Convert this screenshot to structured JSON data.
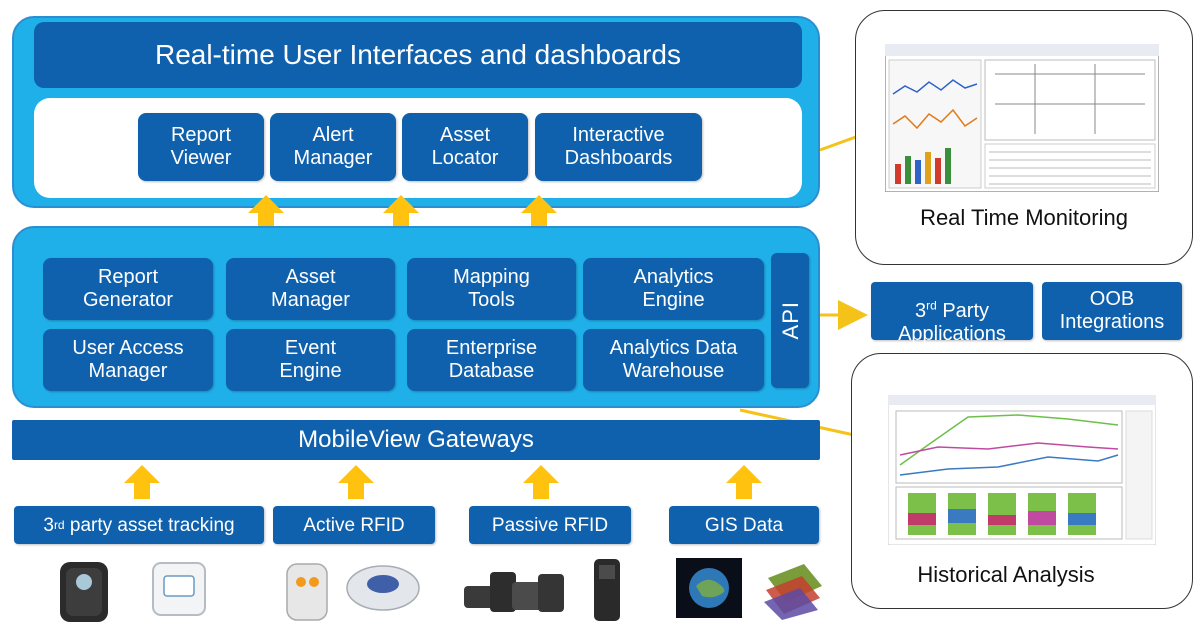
{
  "top_panel": {
    "title": "Real-time User Interfaces and dashboards",
    "buttons": [
      "Report\nViewer",
      "Alert\nManager",
      "Asset\nLocator",
      "Interactive\nDashboards"
    ]
  },
  "middle_panel": {
    "modules": [
      "Report\nGenerator",
      "Asset\nManager",
      "Mapping\nTools",
      "Analytics\nEngine",
      "User Access\nManager",
      "Event\nEngine",
      "Enterprise\nDatabase",
      "Analytics Data\nWarehouse"
    ],
    "api_label": "API"
  },
  "gateway_label": "MobileView Gateways",
  "sources": {
    "third_party": {
      "pre": "3",
      "sup": "rd",
      "post": " party asset tracking"
    },
    "active_rfid": "Active RFID",
    "passive_rfid": "Passive RFID",
    "gis": "GIS Data"
  },
  "integrations": {
    "third_party_apps": {
      "pre": "3",
      "sup": "rd",
      "post": " Party\nApplications"
    },
    "oob": "OOB\nIntegrations"
  },
  "side": {
    "realtime_caption": "Real Time Monitoring",
    "historical_caption": "Historical Analysis"
  },
  "colors": {
    "panel": "#1fb0ea",
    "box": "#1061ad",
    "arrow": "#ffc20e",
    "connector": "#f5c21a"
  }
}
